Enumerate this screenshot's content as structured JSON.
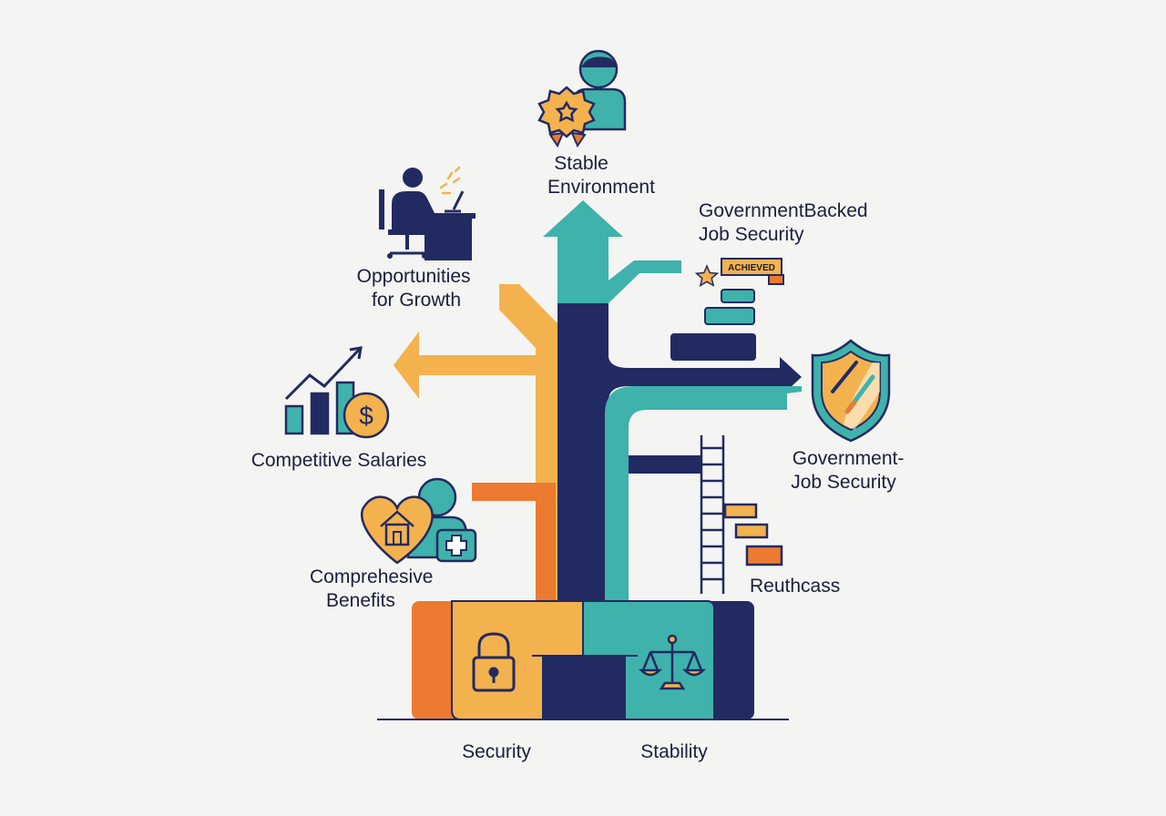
{
  "colors": {
    "navy": "#222a62",
    "teal": "#3fb2ab",
    "orange": "#ec7a30",
    "gold": "#f3b24e",
    "background": "#f4f4f2",
    "text": "#1b1f3b"
  },
  "labels": {
    "stable_environment": [
      "Stable",
      "Environment"
    ],
    "opportunities_for_growth": [
      "Opportunities",
      "for Growth"
    ],
    "government_backed": [
      "GovernmentBacked",
      "Job Security"
    ],
    "government_job_security": [
      "Government-",
      "Job Security"
    ],
    "competitive_salaries": "Competitive Salaries",
    "comprehensive_benefits": [
      "Comprehesive",
      "Benefits"
    ],
    "reuthcass": "Reuthcass",
    "security": "Security",
    "stability": "Stability"
  },
  "badge": {
    "text": "ACHIEVED"
  },
  "icons": [
    "person-with-award-icon",
    "person-at-desk-icon",
    "growth-chart-dollar-icon",
    "heart-home-health-icon",
    "star-icon",
    "shield-icon",
    "ladder-icon",
    "padlock-icon",
    "scales-icon"
  ]
}
